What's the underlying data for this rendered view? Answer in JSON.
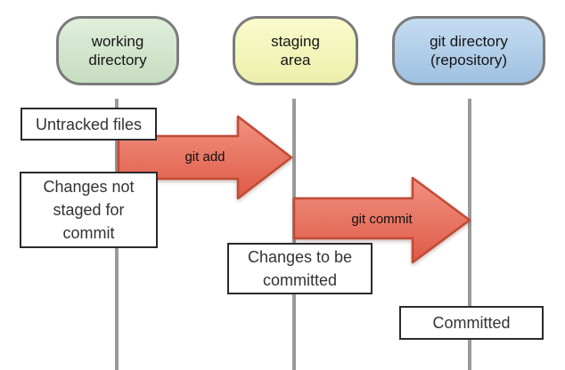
{
  "diagram": {
    "type": "flow-diagram",
    "subject": "git file lifecycle between areas"
  },
  "columns": [
    {
      "id": "working-directory",
      "label": "working\ndirectory"
    },
    {
      "id": "staging-area",
      "label": "staging\narea"
    },
    {
      "id": "git-directory",
      "label": "git directory\n(repository)"
    }
  ],
  "state_boxes": [
    {
      "id": "untracked",
      "label": "Untracked files",
      "column": "working-directory"
    },
    {
      "id": "not-staged",
      "label": "Changes not\nstaged for\ncommit",
      "column": "working-directory"
    },
    {
      "id": "to-be-committed",
      "label": "Changes to be\ncommitted",
      "column": "staging-area"
    },
    {
      "id": "committed",
      "label": "Committed",
      "column": "git-directory"
    }
  ],
  "arrows": [
    {
      "id": "git-add",
      "label": "git add",
      "from": "working-directory",
      "to": "staging-area"
    },
    {
      "id": "git-commit",
      "label": "git commit",
      "from": "staging-area",
      "to": "git-directory"
    }
  ],
  "colors": {
    "working_directory_fill": "#cfe6c8",
    "staging_area_fill": "#f6f9b1",
    "git_directory_fill": "#a6c9ea",
    "pill_border": "#7b7b7b",
    "lifeline_gray": "#9a9a9a",
    "arrow_fill_top": "#f29181",
    "arrow_fill_bottom": "#de5a46",
    "arrow_border": "#c14a35",
    "box_border": "#2a2a2a",
    "box_text": "#333333"
  }
}
